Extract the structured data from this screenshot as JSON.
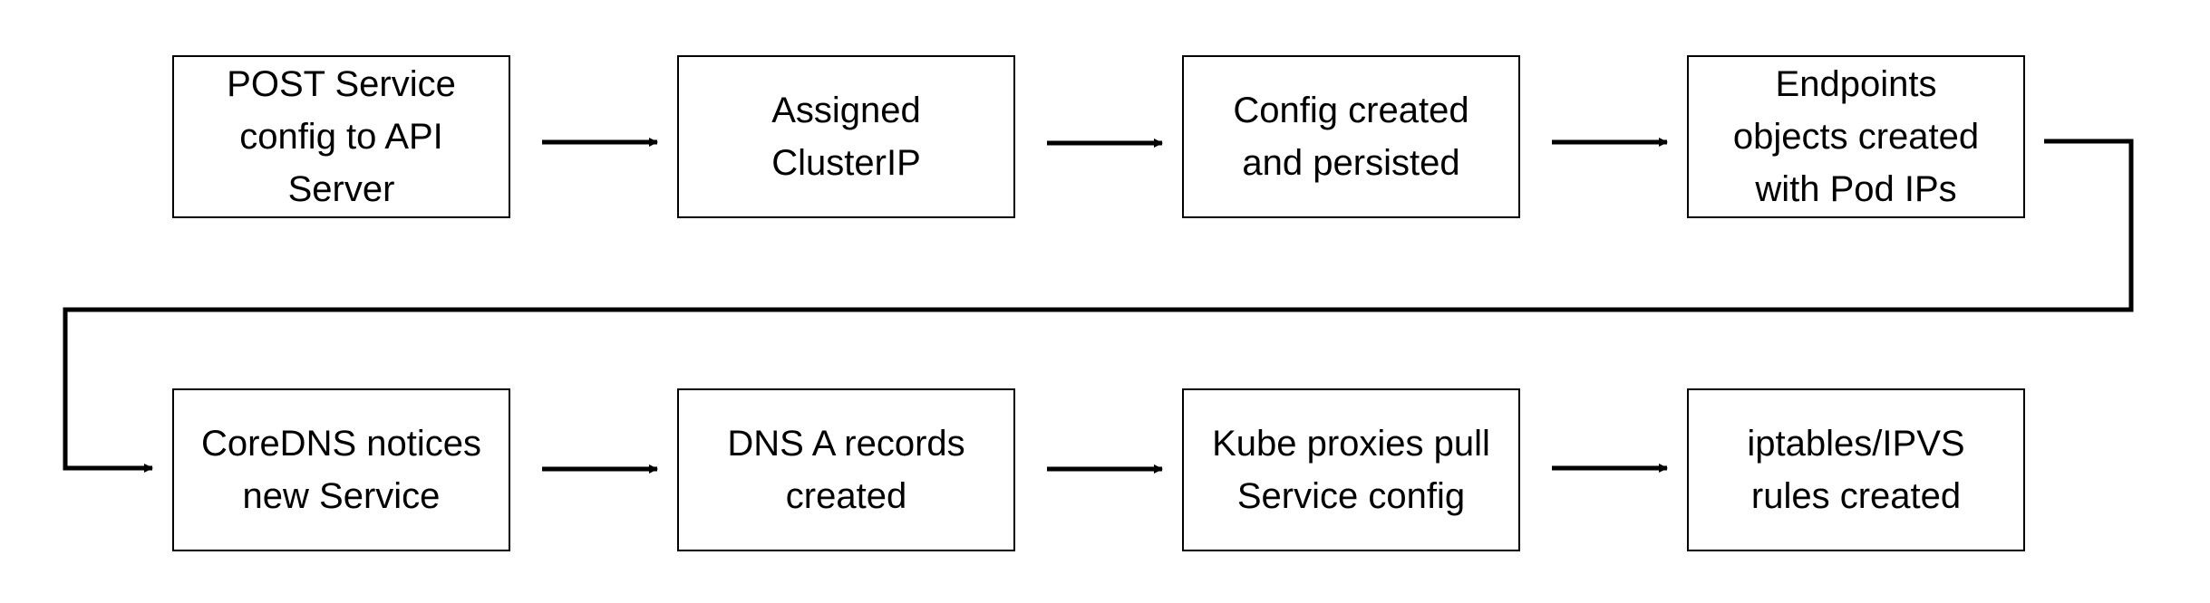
{
  "diagram": {
    "steps": [
      "POST Service\nconfig to API\nServer",
      "Assigned\nClusterIP",
      "Config created\nand persisted",
      "Endpoints\nobjects created\nwith Pod IPs",
      "CoreDNS notices\nnew Service",
      "DNS A records\ncreated",
      "Kube proxies pull\nService config",
      "iptables/IPVS\nrules created"
    ],
    "colors": {
      "stroke": "#000000",
      "background": "#ffffff"
    }
  }
}
